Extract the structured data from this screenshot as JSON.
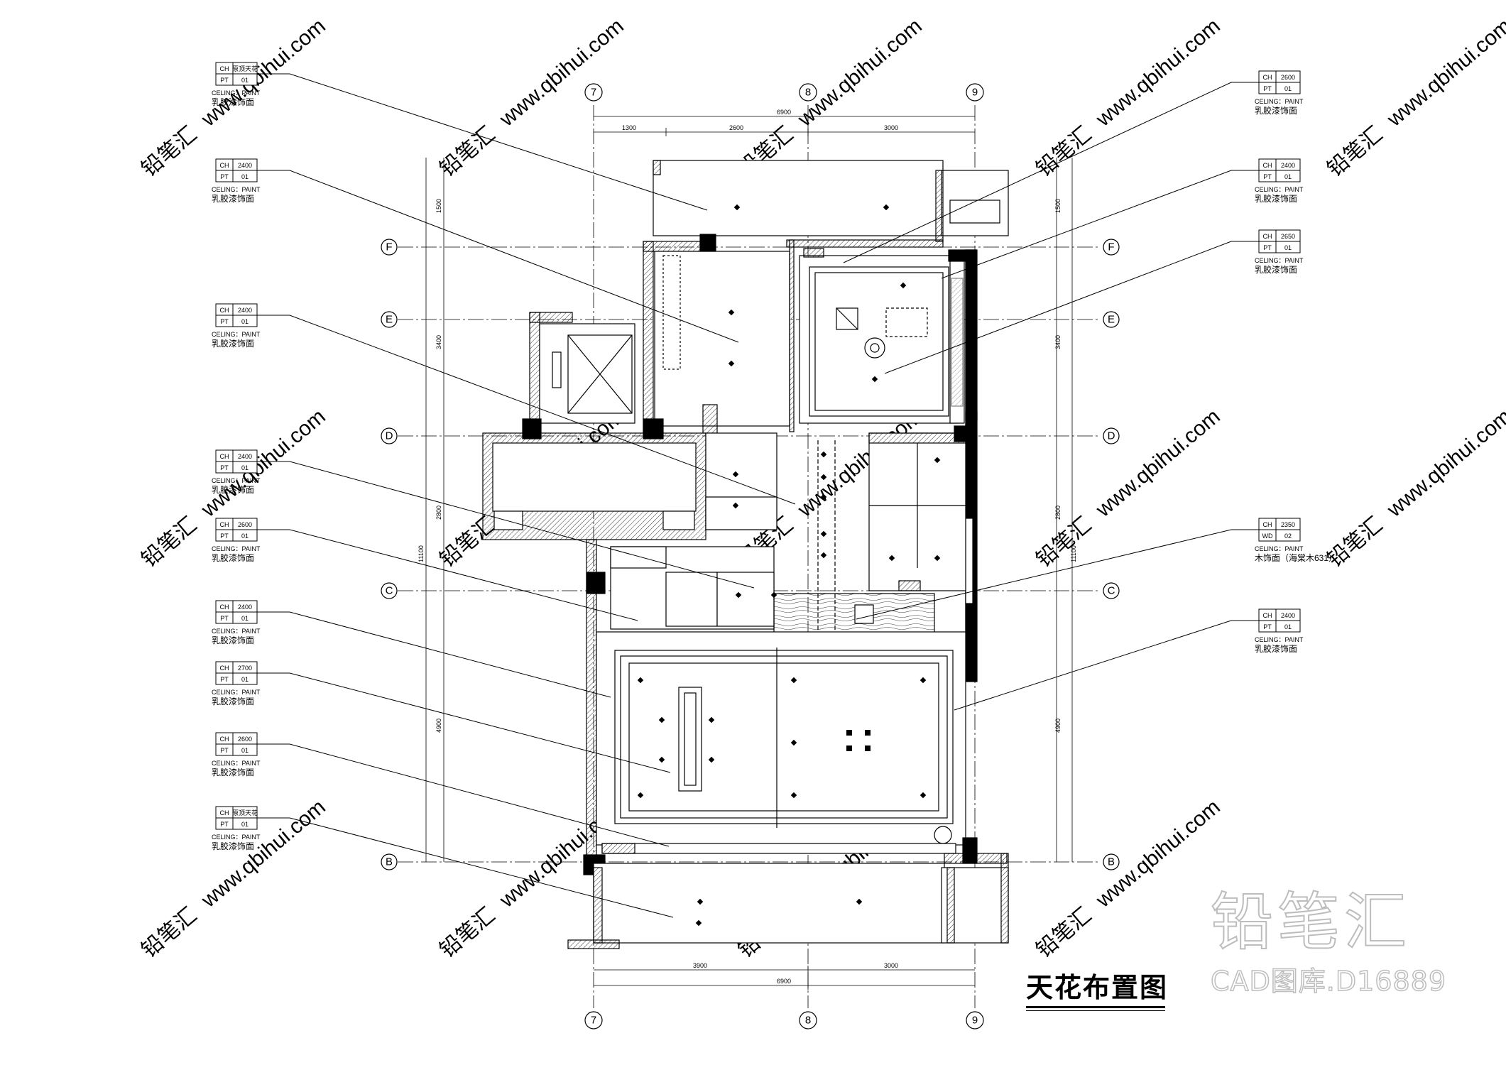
{
  "drawing": {
    "title": "天花布置图",
    "brand_cn": "铅笔汇",
    "brand_code": "CAD图库.D16889",
    "watermark_cn": "铅笔汇",
    "watermark_url": "www.qbihui.com"
  },
  "grid": {
    "columns": [
      "7",
      "8",
      "9"
    ],
    "rows": [
      "F",
      "E",
      "D",
      "C",
      "B"
    ]
  },
  "dimensions": {
    "top_total": "6900",
    "top_segments": [
      "1300",
      "2600",
      "3000"
    ],
    "bottom_total": "6900",
    "bottom_segments": [
      "3900",
      "3000"
    ],
    "left_segments": [
      "1500",
      "3400",
      "2800",
      "4900"
    ],
    "left_total": "11100",
    "right_segments": [
      "1500",
      "3400",
      "2800",
      "4900"
    ],
    "right_total": "11100"
  },
  "labels_left": [
    {
      "ch": "CH",
      "ch_val": "原顶天花",
      "pt": "PT",
      "pt_val": "01",
      "en": "CELING：PAINT",
      "cn": "乳胶漆饰面"
    },
    {
      "ch": "CH",
      "ch_val": "2400",
      "pt": "PT",
      "pt_val": "01",
      "en": "CELING：PAINT",
      "cn": "乳胶漆饰面"
    },
    {
      "ch": "CH",
      "ch_val": "2400",
      "pt": "PT",
      "pt_val": "01",
      "en": "CELING：PAINT",
      "cn": "乳胶漆饰面"
    },
    {
      "ch": "CH",
      "ch_val": "2400",
      "pt": "PT",
      "pt_val": "01",
      "en": "CELING：PAINT",
      "cn": "乳胶漆饰面"
    },
    {
      "ch": "CH",
      "ch_val": "2600",
      "pt": "PT",
      "pt_val": "01",
      "en": "CELING：PAINT",
      "cn": "乳胶漆饰面"
    },
    {
      "ch": "CH",
      "ch_val": "2400",
      "pt": "PT",
      "pt_val": "01",
      "en": "CELING：PAINT",
      "cn": "乳胶漆饰面"
    },
    {
      "ch": "CH",
      "ch_val": "2700",
      "pt": "PT",
      "pt_val": "01",
      "en": "CELING：PAINT",
      "cn": "乳胶漆饰面"
    },
    {
      "ch": "CH",
      "ch_val": "2600",
      "pt": "PT",
      "pt_val": "01",
      "en": "CELING：PAINT",
      "cn": "乳胶漆饰面"
    },
    {
      "ch": "CH",
      "ch_val": "原顶天花",
      "pt": "PT",
      "pt_val": "01",
      "en": "CELING：PAINT",
      "cn": "乳胶漆饰面"
    }
  ],
  "labels_right": [
    {
      "ch": "CH",
      "ch_val": "2600",
      "pt": "PT",
      "pt_val": "01",
      "en": "CELING：PAINT",
      "cn": "乳胶漆饰面"
    },
    {
      "ch": "CH",
      "ch_val": "2400",
      "pt": "PT",
      "pt_val": "01",
      "en": "CELING：PAINT",
      "cn": "乳胶漆饰面"
    },
    {
      "ch": "CH",
      "ch_val": "2650",
      "pt": "PT",
      "pt_val": "01",
      "en": "CELING：PAINT",
      "cn": "乳胶漆饰面"
    },
    {
      "ch": "CH",
      "ch_val": "2350",
      "pt": "WD",
      "pt_val": "02",
      "en": "CELING：PAINT",
      "cn": "木饰面（海棠木631）"
    },
    {
      "ch": "CH",
      "ch_val": "2400",
      "pt": "PT",
      "pt_val": "01",
      "en": "CELING：PAINT",
      "cn": "乳胶漆饰面"
    }
  ]
}
